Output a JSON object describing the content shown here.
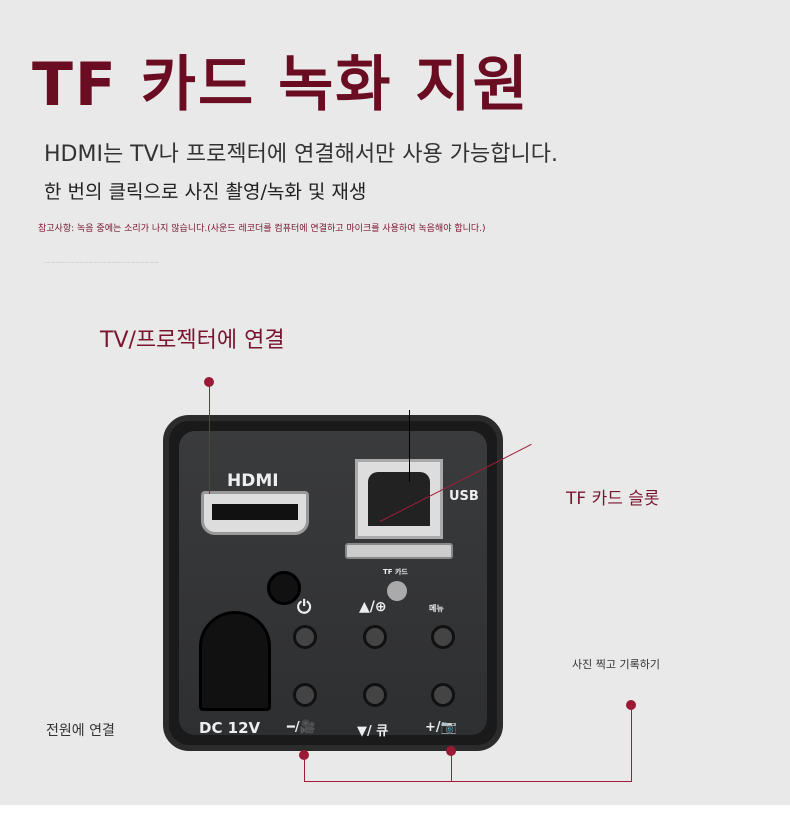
{
  "title": "TF 카드 녹화 지원",
  "line1": "HDMI는 TV나 프로젝터에 연결해서만 사용 가능합니다.",
  "line2": "한 번의 클릭으로 사진 촬영/녹화 및 재생",
  "note": "참고사항: 녹음 중에는 소리가 나지 않습니다.(사운드 레코더를 컴퓨터에 연결하고 마이크를 사용하여 녹음해야 합니다.)",
  "callouts": {
    "tv": "TV/프로젝터에 연결",
    "tf": "TF 카드 슬롯",
    "photo": "사진 찍고 기록하기",
    "power": "전원에 연결"
  },
  "device": {
    "hdmi": "HDMI",
    "usb": "USB",
    "tf_card": "TF 카드",
    "menu": "메뉴",
    "dc": "DC 12V",
    "zoom_in": "▲/⊕",
    "down": "▼/ 큐",
    "minus": "━/🎥",
    "plus": "+/📷",
    "power_icon": "⏻"
  },
  "colors": {
    "accent": "#6a0d22"
  }
}
